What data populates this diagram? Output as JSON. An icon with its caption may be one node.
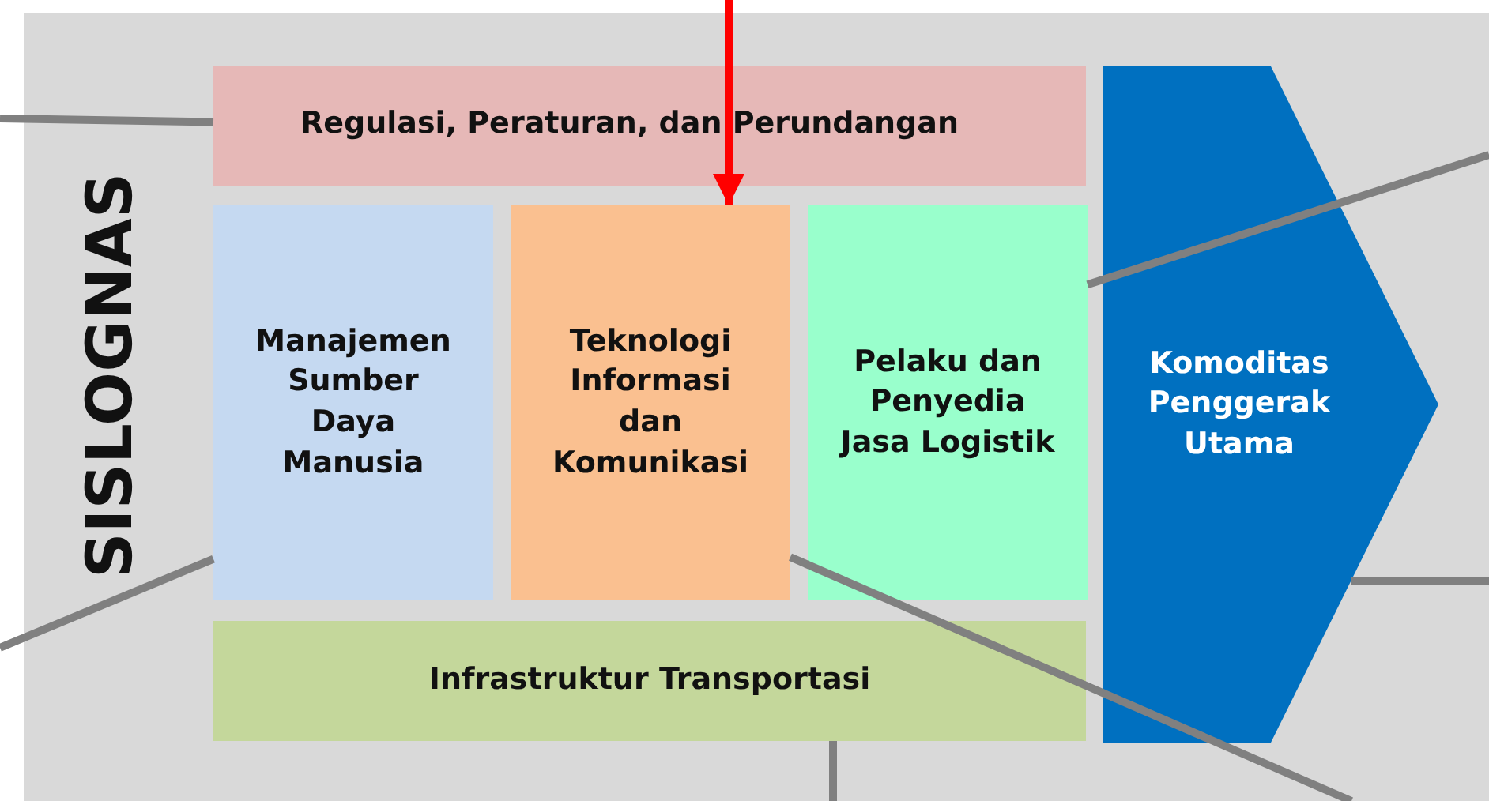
{
  "diagram": {
    "nodes": [
      {
        "text": [
          "SISLOGNAS"
        ]
      },
      {
        "text": [
          "Regulasi, Peraturan, dan Perundangan"
        ],
        "in": 0
      },
      {
        "text": [
          "Manajemen Sumber Daya Manusia"
        ],
        "in": 0
      },
      {
        "text": [
          "Teknologi Informasi dan Komunikasi"
        ],
        "in": 0
      },
      {
        "text": [
          "Pelaku dan Penyedia Jasa Logistik"
        ],
        "in": 0
      },
      {
        "text": [
          "Komoditas Penggerak Utama"
        ],
        "in": 0
      },
      {
        "text": [
          "Infrastruktur Transportasi"
        ],
        "in": 0
      }
    ],
    "edges": [
      {
        "from": null,
        "to": 1,
        "arrow": "none"
      },
      {
        "from": null,
        "to": 3,
        "arrow": "to",
        "color": "#ff0000"
      },
      {
        "from": null,
        "to": 4,
        "arrow": "none"
      },
      {
        "from": null,
        "to": 2,
        "arrow": "none"
      },
      {
        "from": null,
        "to": 3,
        "arrow": "none"
      },
      {
        "from": null,
        "to": 5,
        "arrow": "none"
      },
      {
        "from": null,
        "to": 6,
        "arrow": "none"
      }
    ]
  }
}
